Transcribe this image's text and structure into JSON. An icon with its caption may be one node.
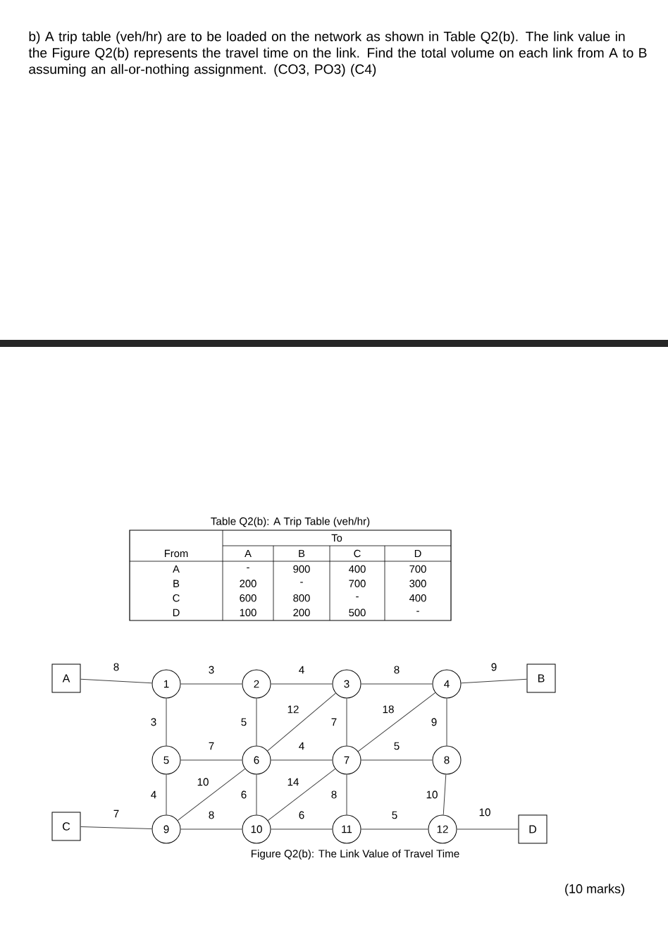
{
  "diagram": {
    "caption": "Figure Q2(b): The Link Value of Travel Time",
    "nodes": [
      {
        "text": [
          "A"
        ]
      },
      {
        "text": [
          "1"
        ]
      },
      {
        "text": [
          "2"
        ]
      },
      {
        "text": [
          "3"
        ]
      },
      {
        "text": [
          "4"
        ]
      },
      {
        "text": [
          "B"
        ]
      },
      {
        "text": [
          "5"
        ]
      },
      {
        "text": [
          "6"
        ]
      },
      {
        "text": [
          "7"
        ]
      },
      {
        "text": [
          "8"
        ]
      },
      {
        "text": [
          "C"
        ]
      },
      {
        "text": [
          "9"
        ]
      },
      {
        "text": [
          "10"
        ]
      },
      {
        "text": [
          "11"
        ]
      },
      {
        "text": [
          "12"
        ]
      },
      {
        "text": [
          "D"
        ]
      }
    ],
    "edges": [
      {
        "from": 0,
        "to": 1,
        "arrow": "none",
        "label": "8"
      },
      {
        "from": 1,
        "to": 2,
        "arrow": "none",
        "label": "3"
      },
      {
        "from": 2,
        "to": 3,
        "arrow": "none",
        "label": "4"
      },
      {
        "from": 3,
        "to": 4,
        "arrow": "none",
        "label": "8"
      },
      {
        "from": 4,
        "to": 5,
        "arrow": "none",
        "label": "9"
      },
      {
        "from": 1,
        "to": 6,
        "arrow": "none",
        "label": "3"
      },
      {
        "from": 2,
        "to": 7,
        "arrow": "none",
        "label": "5"
      },
      {
        "from": 7,
        "to": 3,
        "arrow": "none",
        "label": "12"
      },
      {
        "from": 3,
        "to": 8,
        "arrow": "none",
        "label": "7"
      },
      {
        "from": 8,
        "to": 4,
        "arrow": "none",
        "label": "18"
      },
      {
        "from": 4,
        "to": 9,
        "arrow": "none",
        "label": "9"
      },
      {
        "from": 6,
        "to": 7,
        "arrow": "none",
        "label": "7"
      },
      {
        "from": 7,
        "to": 8,
        "arrow": "none",
        "label": "4"
      },
      {
        "from": 8,
        "to": 9,
        "arrow": "none",
        "label": "5"
      },
      {
        "from": 6,
        "to": 11,
        "arrow": "none",
        "label": "4"
      },
      {
        "from": 11,
        "to": 7,
        "arrow": "none",
        "label": "10"
      },
      {
        "from": 7,
        "to": 12,
        "arrow": "none",
        "label": "6"
      },
      {
        "from": 12,
        "to": 8,
        "arrow": "none",
        "label": "14"
      },
      {
        "from": 8,
        "to": 13,
        "arrow": "none",
        "label": "8"
      },
      {
        "from": 9,
        "to": 14,
        "arrow": "none",
        "label": "10"
      },
      {
        "from": 10,
        "to": 11,
        "arrow": "none",
        "label": "7"
      },
      {
        "from": 11,
        "to": 12,
        "arrow": "none",
        "label": "8"
      },
      {
        "from": 12,
        "to": 13,
        "arrow": "none",
        "label": "6"
      },
      {
        "from": 13,
        "to": 14,
        "arrow": "none",
        "label": "5"
      },
      {
        "from": 14,
        "to": 15,
        "arrow": "none",
        "label": "10"
      }
    ],
    "labels": [
      "b) A trip table (veh/hr) are to be loaded on the network as shown in Table Q2(b). The link value in the Figure Q2(b) represents the travel time on the link. Find the total volume on each link from A to B assuming an all-or-nothing assignment. (CO3, PO3) (C4)",
      "Table Q2(b): A Trip Table (veh/hr)",
      "To",
      "From",
      "A",
      "B",
      "C",
      "D",
      "A",
      "-",
      "900",
      "400",
      "700",
      "B",
      "200",
      "-",
      "700",
      "300",
      "C",
      "600",
      "800",
      "-",
      "400",
      "D",
      "100",
      "200",
      "500",
      "-",
      "(10 marks)"
    ]
  }
}
